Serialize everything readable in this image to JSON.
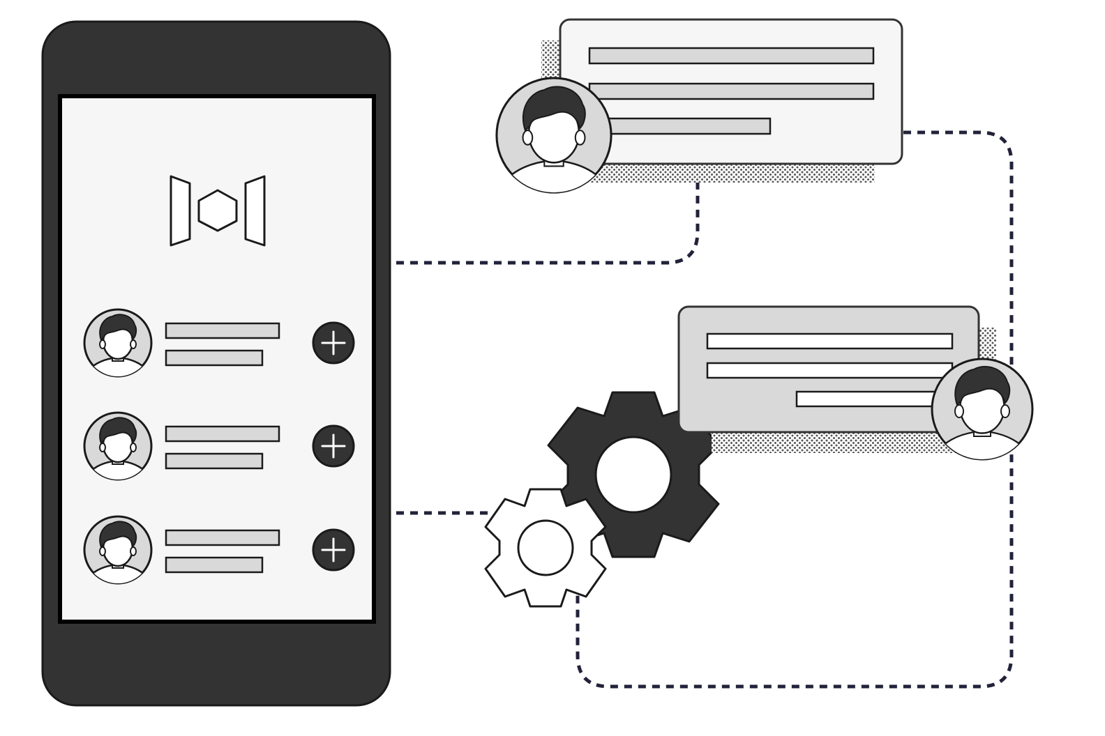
{
  "colors": {
    "stroke": "#1a1a1a",
    "phone_body": "#333333",
    "screen_bg": "#f6f6f6",
    "placeholder_fill": "#d9d9d9",
    "card_bg_light": "#f6f6f6",
    "card_bg_dark": "#d9d9d9",
    "connector": "#22223a",
    "gear_dark": "#333333",
    "gear_light": "#ffffff",
    "avatar_hair": "#333333",
    "avatar_bg": "#d9d9d9"
  },
  "phone": {
    "logo_icon": "hexagon-brackets-logo-icon",
    "list_items": [
      {
        "avatar_icon": "user-avatar-icon",
        "action_icon": "plus-icon"
      },
      {
        "avatar_icon": "user-avatar-icon",
        "action_icon": "plus-icon"
      },
      {
        "avatar_icon": "user-avatar-icon",
        "action_icon": "plus-icon"
      }
    ]
  },
  "cards": [
    {
      "style": "light",
      "avatar_icon": "user-avatar-icon",
      "avatar_side": "left",
      "text_lines": 3
    },
    {
      "style": "dark",
      "avatar_icon": "user-avatar-icon",
      "avatar_side": "right",
      "text_lines": 3
    }
  ],
  "gears": [
    {
      "icon": "gear-icon",
      "shade": "dark"
    },
    {
      "icon": "gear-icon",
      "shade": "light"
    }
  ]
}
